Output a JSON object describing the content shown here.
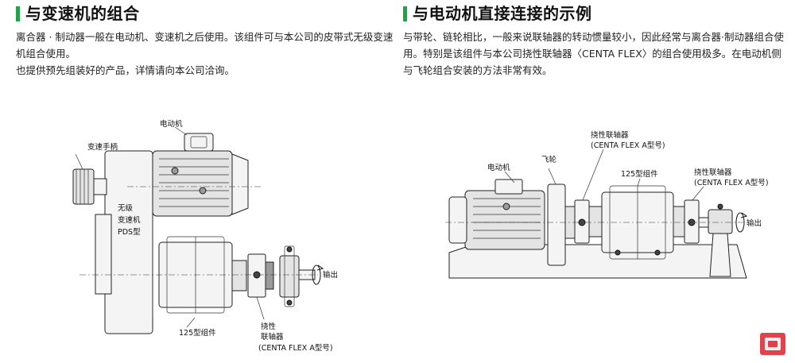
{
  "left": {
    "title": "与变速机的组合",
    "paragraphs": [
      "离合器 · 制动器一般在电动机、变速机之后使用。该组件可与本公司的皮带式无级变速机组合使用。",
      "也提供预先组装好的产品，详情请向本公司洽询。"
    ],
    "labels": {
      "handle": "变速手柄",
      "motor": "电动机",
      "cvt_1": "无级",
      "cvt_2": "变速机",
      "cvt_3": "PDS型",
      "unit": "125型组件",
      "coupling_1": "挠性",
      "coupling_2": "联轴器",
      "coupling_3": "(CENTA FLEX A型号)",
      "output": "输出"
    }
  },
  "right": {
    "title": "与电动机直接连接的示例",
    "paragraphs": [
      "与带轮、链轮相比，一般来说联轴器的转动惯量较小，因此经常与离合器·制动器组合使用。特别是该组件与本公司挠性联轴器〈CENTA FLEX〉的组合使用极多。在电动机侧与飞轮组合安装的方法非常有效。"
    ],
    "labels": {
      "motor": "电动机",
      "flywheel": "飞轮",
      "coupling_a_1": "挠性联轴器",
      "coupling_a_2": "(CENTA FLEX A型号)",
      "unit": "125型组件",
      "coupling_b_1": "挠性联轴器",
      "coupling_b_2": "(CENTA FLEX A型号)",
      "output": "输出"
    }
  },
  "colors": {
    "accent": "#1fa24a",
    "watermark": "#d9232d"
  }
}
